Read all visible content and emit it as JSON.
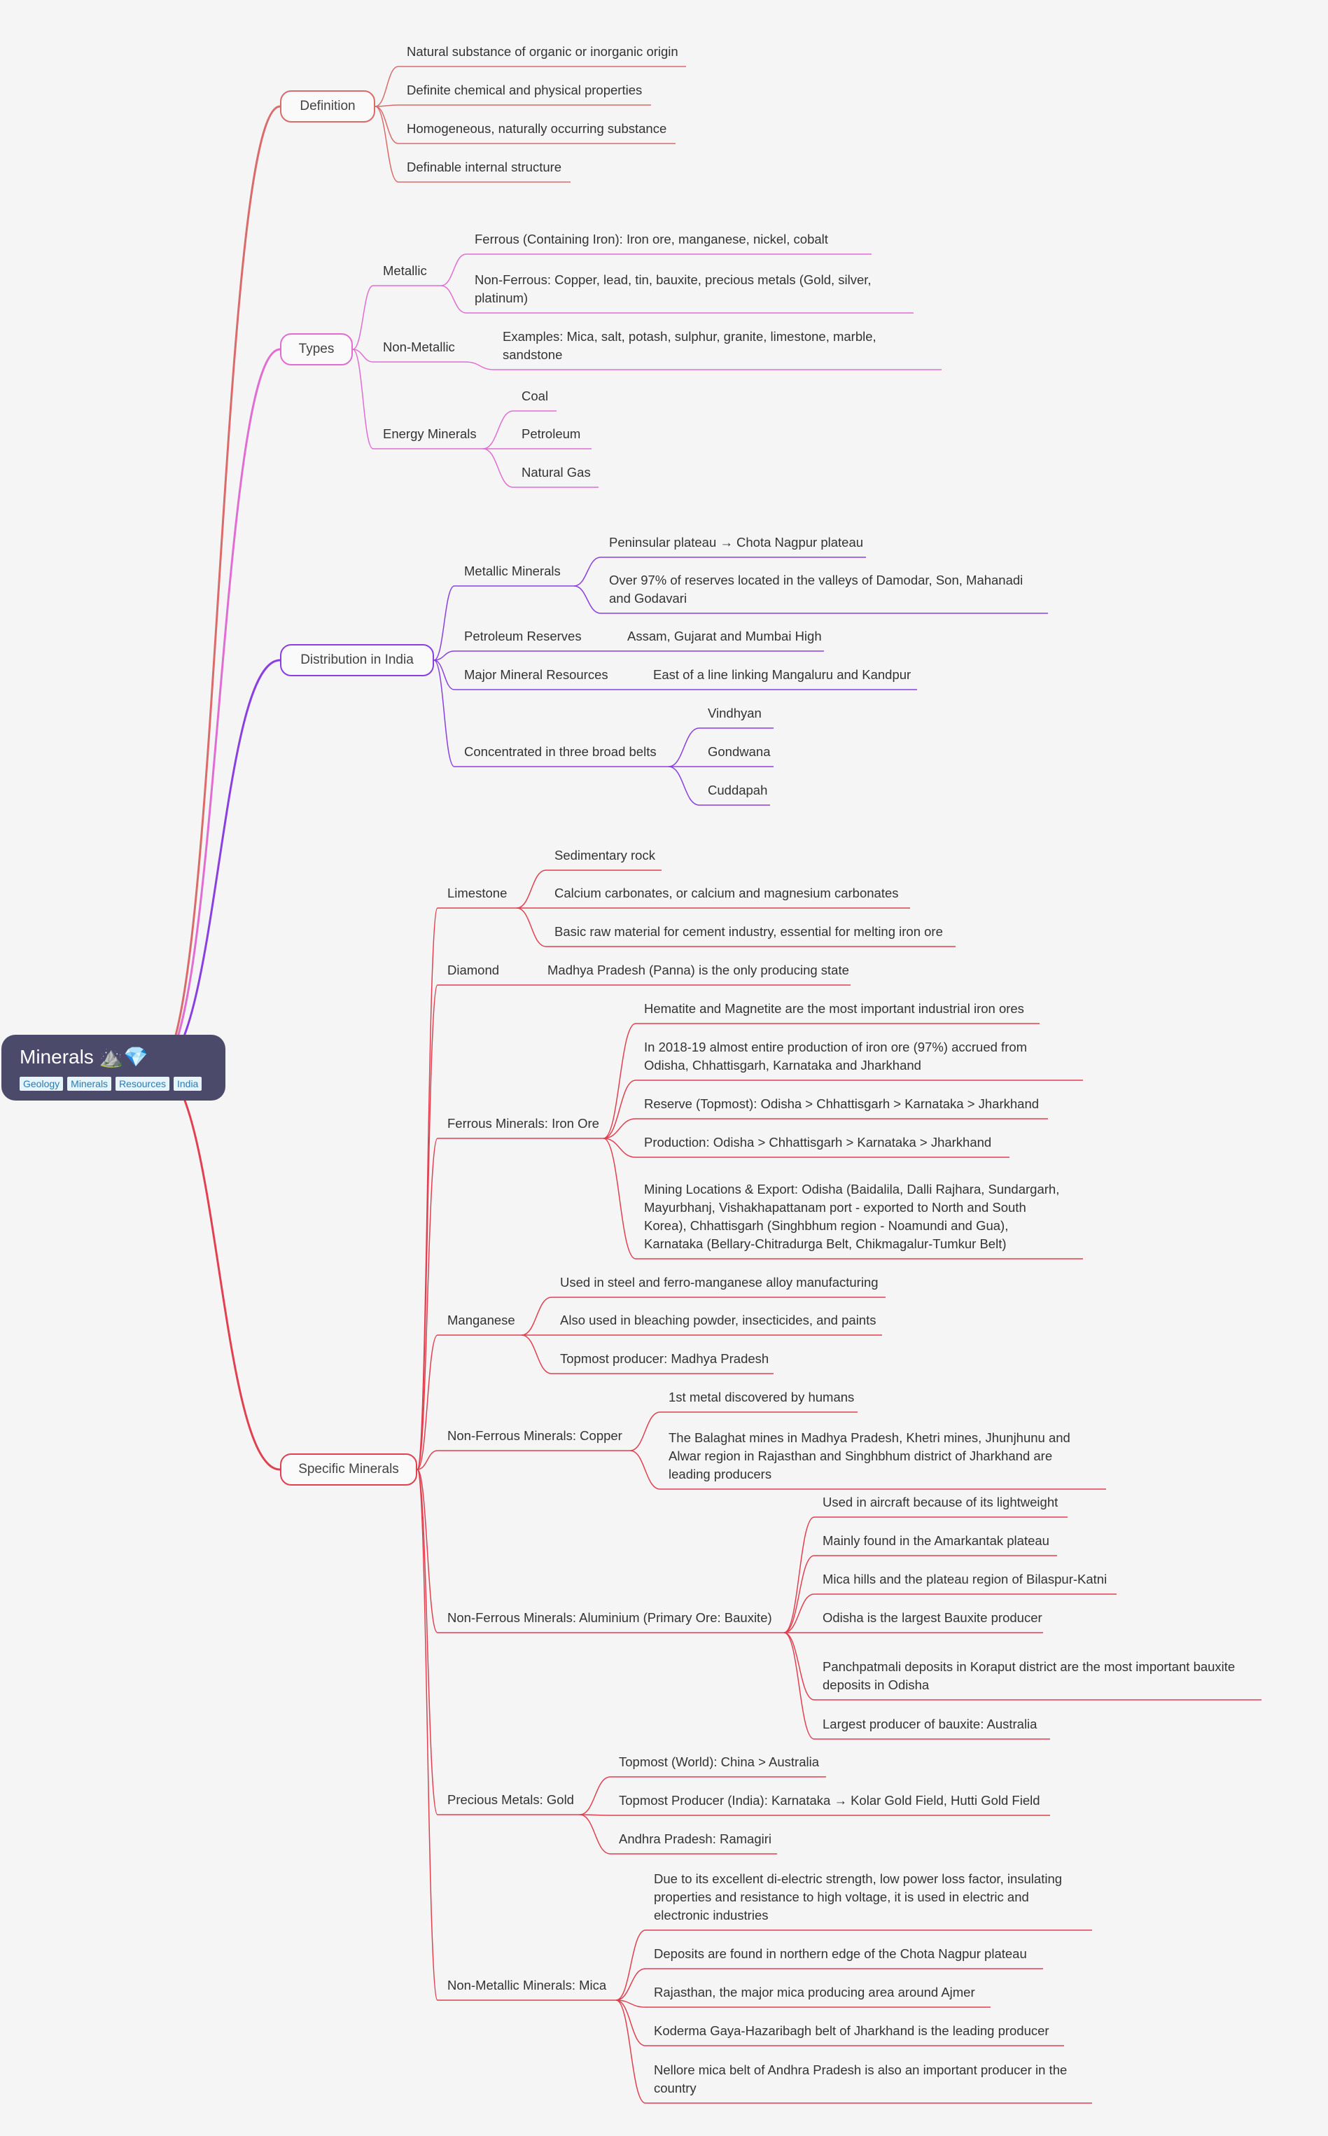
{
  "root": {
    "title": "Minerals ⛰️💎",
    "tags": [
      "Geology",
      "Minerals",
      "Resources",
      "India"
    ]
  },
  "branches": {
    "definition": {
      "label": "Definition",
      "color": "#d96b6b",
      "items": [
        "Natural substance of organic or inorganic origin",
        "Definite chemical and physical properties",
        "Homogeneous, naturally occurring substance",
        "Definable internal structure"
      ]
    },
    "types": {
      "label": "Types",
      "color": "#e06ed2",
      "metallic": {
        "label": "Metallic",
        "items": [
          "Ferrous (Containing Iron): Iron ore, manganese, nickel, cobalt",
          "Non-Ferrous: Copper, lead, tin, bauxite, precious metals (Gold, silver, platinum)"
        ]
      },
      "non_metallic": {
        "label": "Non-Metallic",
        "items": [
          "Examples: Mica, salt, potash, sulphur, granite, limestone, marble, sandstone"
        ]
      },
      "energy": {
        "label": "Energy Minerals",
        "items": [
          "Coal",
          "Petroleum",
          "Natural Gas"
        ]
      }
    },
    "distribution": {
      "label": "Distribution in India",
      "color": "#8a3fe0",
      "metallic_minerals": {
        "label": "Metallic Minerals",
        "items": [
          "Peninsular plateau → Chota Nagpur plateau",
          "Over 97% of reserves located in the valleys of Damodar, Son, Mahanadi and Godavari"
        ]
      },
      "petroleum": {
        "label": "Petroleum Reserves",
        "items": [
          "Assam, Gujarat and Mumbai High"
        ]
      },
      "major": {
        "label": "Major Mineral Resources",
        "items": [
          "East of a line linking Mangaluru and Kandpur"
        ]
      },
      "belts": {
        "label": "Concentrated in three broad belts",
        "items": [
          "Vindhyan",
          "Gondwana",
          "Cuddapah"
        ]
      }
    },
    "specific": {
      "label": "Specific Minerals",
      "color": "#e04050",
      "limestone": {
        "label": "Limestone",
        "items": [
          "Sedimentary rock",
          "Calcium carbonates, or calcium and magnesium carbonates",
          "Basic raw material for cement industry, essential for melting iron ore"
        ]
      },
      "diamond": {
        "label": "Diamond",
        "items": [
          "Madhya Pradesh (Panna) is the only producing state"
        ]
      },
      "iron": {
        "label": "Ferrous Minerals: Iron Ore",
        "items": [
          "Hematite and Magnetite are the most important industrial iron ores",
          "In 2018-19 almost entire production of iron ore (97%) accrued from Odisha, Chhattisgarh, Karnataka and Jharkhand",
          "Reserve (Topmost): Odisha > Chhattisgarh > Karnataka > Jharkhand",
          "Production: Odisha > Chhattisgarh > Karnataka > Jharkhand",
          "Mining Locations & Export: Odisha (Baidalila, Dalli Rajhara, Sundargarh, Mayurbhanj, Vishakhapattanam port - exported to North and South Korea), Chhattisgarh (Singhbhum region - Noamundi and Gua), Karnataka (Bellary-Chitradurga Belt, Chikmagalur-Tumkur Belt)"
        ]
      },
      "manganese": {
        "label": "Manganese",
        "items": [
          "Used in steel and ferro-manganese alloy manufacturing",
          "Also used in bleaching powder, insecticides, and paints",
          "Topmost producer: Madhya Pradesh"
        ]
      },
      "copper": {
        "label": "Non-Ferrous Minerals: Copper",
        "items": [
          "1st metal discovered by humans",
          "The Balaghat mines in Madhya Pradesh, Khetri mines, Jhunjhunu and Alwar region in Rajasthan and Singhbhum district of Jharkhand are leading producers"
        ]
      },
      "aluminium": {
        "label": "Non-Ferrous Minerals: Aluminium (Primary Ore: Bauxite)",
        "items": [
          "Used in aircraft because of its lightweight",
          "Mainly found in the Amarkantak plateau",
          "Mica hills and the plateau region of Bilaspur-Katni",
          "Odisha is the largest Bauxite producer",
          "Panchpatmali deposits in Koraput district are the most important bauxite deposits in Odisha",
          "Largest producer of bauxite: Australia"
        ]
      },
      "gold": {
        "label": "Precious Metals: Gold",
        "items": [
          "Topmost (World): China > Australia",
          "Topmost Producer (India): Karnataka → Kolar Gold Field, Hutti Gold Field",
          "Andhra Pradesh: Ramagiri"
        ]
      },
      "mica": {
        "label": "Non-Metallic Minerals: Mica",
        "items": [
          "Due to its excellent di-electric strength, low power loss factor, insulating properties and resistance to high voltage, it is used in electric and electronic industries",
          "Deposits are found in northern edge of the Chota Nagpur plateau",
          "Rajasthan, the major mica producing area around Ajmer",
          "Koderma Gaya-Hazaribagh belt of Jharkhand is the leading producer",
          "Nellore mica belt of Andhra Pradesh is also an important producer in the country"
        ]
      }
    }
  }
}
